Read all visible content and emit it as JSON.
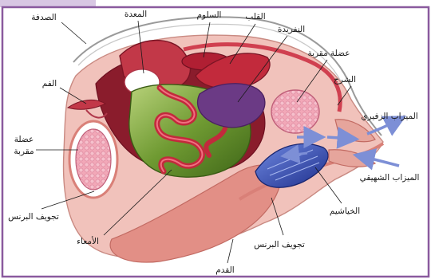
{
  "labels": {
    "shell": "الصدفة",
    "stomach": "المعدة",
    "style_sac": "السلوم",
    "heart": "القلب",
    "kidney": "النفريدة",
    "adductor_muscle_right": "عضلة مقربة",
    "mouth": "الفم",
    "anus": "الشرج",
    "adductor_muscle_left_line1": "عضلة",
    "adductor_muscle_left_line2": "مقربة",
    "excurrent_siphon": "الميزاب الزفيري",
    "incurrent_siphon": "الميزاب الشهيقي",
    "gills": "الخياشيم",
    "mantle_cavity_left": "تجويف البرنس",
    "intestine": "الأمعاء",
    "mantle_cavity_bottom": "تجويف البرنس",
    "foot": "القدم"
  },
  "colors": {
    "frame": "#8a5a9e",
    "mantle": "#e9aaa2",
    "foot": "#e28f86",
    "digestive": "#b81f35",
    "gland": "#4f7a22",
    "kidney": "#6b3a85",
    "gills": "#2e48b3",
    "muscle": "#ef9fb2",
    "water_arrow": "#7d8fd6"
  }
}
